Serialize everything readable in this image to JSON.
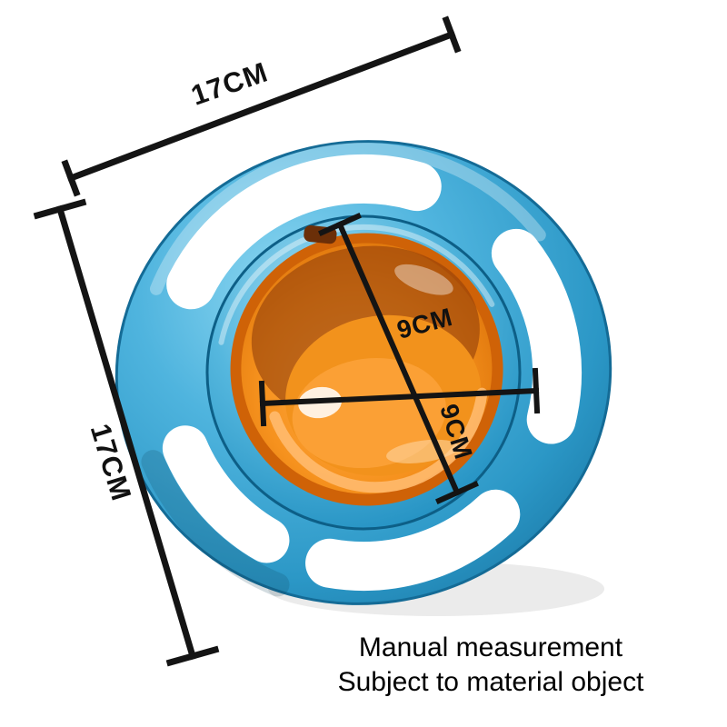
{
  "annotations": {
    "outer_width_label": "17CM",
    "outer_height_label": "17CM",
    "inner_width_label": "9CM",
    "inner_depth_label": "9CM"
  },
  "caption": {
    "line1": "Manual measurement",
    "line2": "Subject to material object"
  },
  "colors": {
    "background": "#ffffff",
    "bowl_blue": "#2f9cc9",
    "bowl_blue_dark": "#11688f",
    "bowl_orange": "#f6921e",
    "bowl_orange_dark": "#b5520a",
    "bowl_orange_light": "#ffbb6b",
    "annotation_line": "#141414"
  }
}
